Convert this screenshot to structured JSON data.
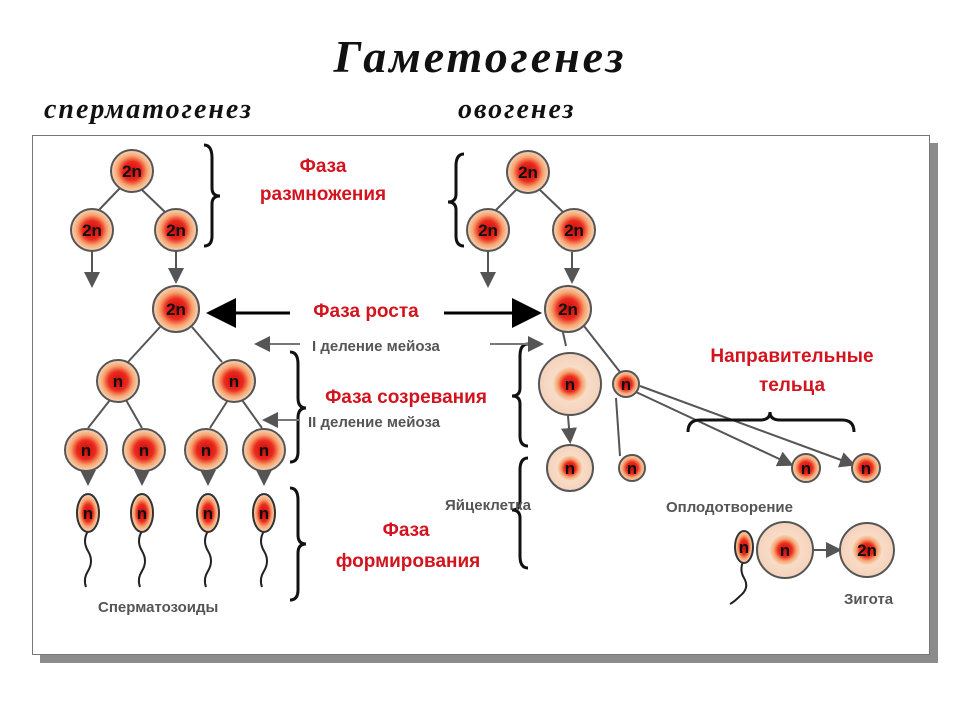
{
  "title": "Гаметогенез",
  "subtitles": {
    "left": "сперматогенез",
    "right": "овогенез"
  },
  "phases": {
    "reproduction": [
      "Фаза",
      "размножения"
    ],
    "growth": "Фаза роста",
    "maturation": "Фаза созревания",
    "formation": [
      "Фаза",
      "формирования"
    ],
    "polar_bodies": [
      "Направительные",
      "тельца"
    ]
  },
  "labels": {
    "meiosis1": "I деление мейоза",
    "meiosis2": "II деление мейоза",
    "egg": "Яйцеклетка",
    "fertilization": "Оплодотворение",
    "sperm": "Сперматозоиды",
    "zygote": "Зигота"
  },
  "ploidy": {
    "diploid": "2n",
    "haploid": "n"
  },
  "colors": {
    "accent": "#d2141e",
    "cell_core": "#e01818",
    "cell_ring": "#f3c7a3"
  }
}
